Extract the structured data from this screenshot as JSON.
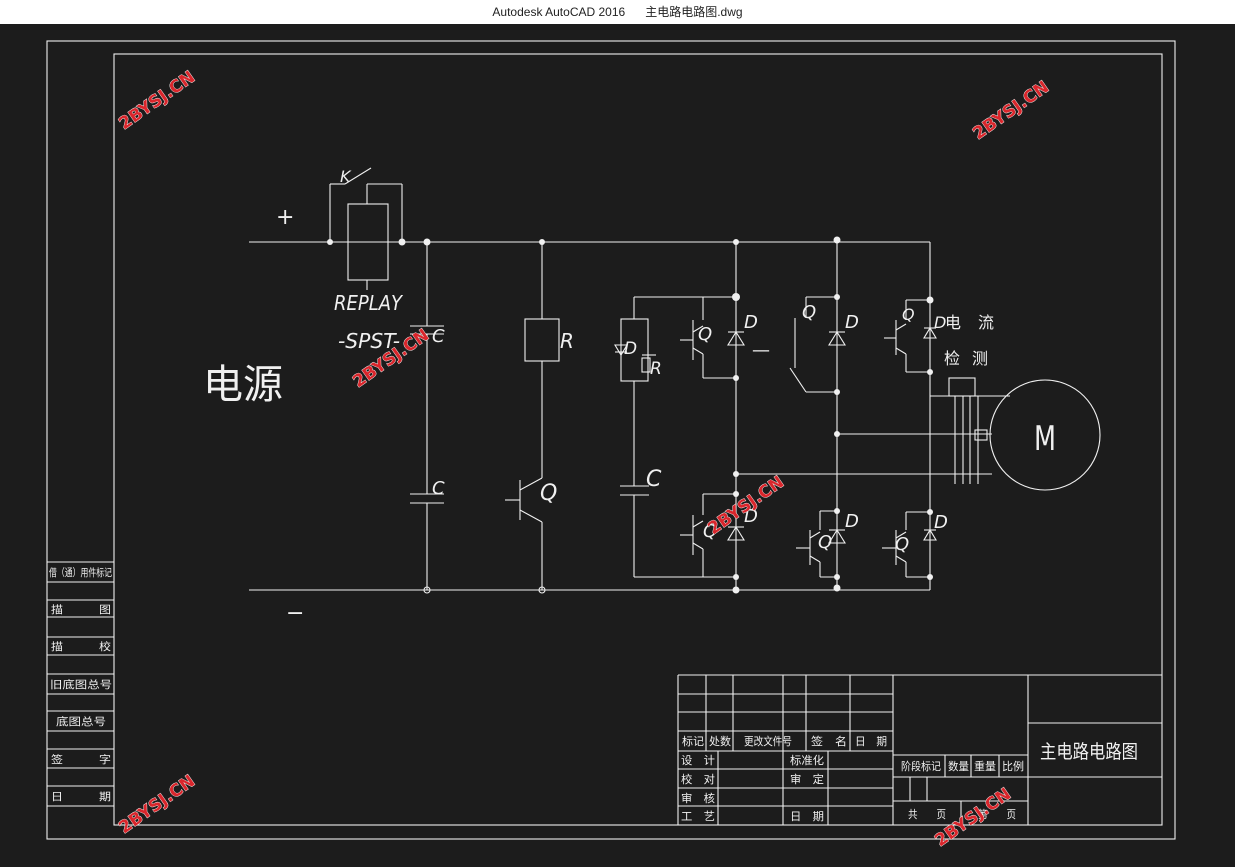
{
  "window": {
    "app": "Autodesk AutoCAD 2016",
    "file": "主电路电路图.dwg"
  },
  "colors": {
    "background": "#1c1c1c",
    "stroke": "#f0f0f0",
    "watermark": "#d9262c"
  },
  "circuit": {
    "plus": "+",
    "minus": "−",
    "power_label": "电源",
    "relay_k": "K",
    "relay_name": "REPLAY",
    "relay_type": "-SPST-",
    "cap1": "C",
    "cap2": "C",
    "resistor_r": "R",
    "brake_q": "Q",
    "snubber_d": "D",
    "snubber_r": "R",
    "snubber_c": "C",
    "q_label": "Q",
    "d_label": "D",
    "dash": "—",
    "current1": "电",
    "current2": "流",
    "detect1": "检",
    "detect2": "测",
    "motor": "M"
  },
  "left_panel": {
    "items": [
      "借（通）用件标记",
      "描　　　图",
      "描　　　校",
      "旧底图总号",
      "底图总号",
      "签　　　字",
      "日　　　期"
    ]
  },
  "title_block": {
    "hdr_mark": "标记",
    "hdr_count": "处数",
    "hdr_doc": "更改文件号",
    "hdr_sign": "签　名",
    "hdr_date": "日　期",
    "design": "设　计",
    "standard": "标准化",
    "check": "校　对",
    "review": "审　定",
    "audit": "审　核",
    "process": "工　艺",
    "date": "日　期",
    "stage": "阶段标记",
    "quantity": "数量",
    "weight": "重量",
    "scale": "比例",
    "total": "共　　页",
    "page": "第　　页",
    "title": "主电路电路图"
  },
  "watermark": "2BYSJ.CN"
}
